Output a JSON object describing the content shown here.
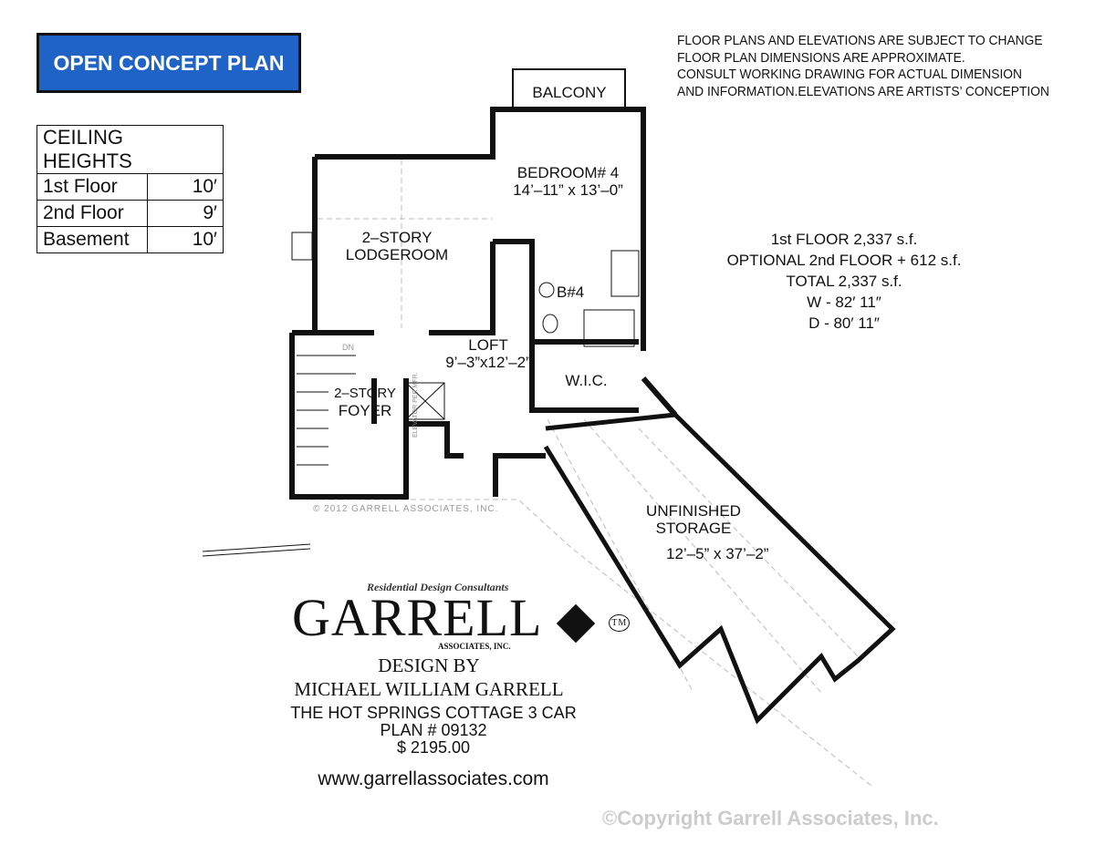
{
  "title": "OPEN CONCEPT PLAN",
  "colors": {
    "title_bg": "#1f63c6",
    "title_text": "#ffffff",
    "walls": "#111111"
  },
  "ceiling_heights": {
    "header": "CEILING HEIGHTS",
    "rows": [
      {
        "floor": "1st Floor",
        "height": "10′"
      },
      {
        "floor": "2nd Floor",
        "height": "9′"
      },
      {
        "floor": "Basement",
        "height": "10′"
      }
    ]
  },
  "notes": [
    "FLOOR PLANS AND ELEVATIONS ARE SUBJECT TO CHANGE",
    "FLOOR PLAN DIMENSIONS ARE APPROXIMATE.",
    "CONSULT WORKING DRAWING FOR ACTUAL DIMENSION",
    "AND INFORMATION.ELEVATIONS ARE ARTISTS’ CONCEPTION"
  ],
  "stats": [
    "1st FLOOR  2,337 s.f.",
    "OPTIONAL 2nd FLOOR + 612 s.f.",
    "TOTAL  2,337  s.f.",
    "W - 82′ 11″",
    "D - 80′ 11″"
  ],
  "rooms": {
    "balcony": "BALCONY",
    "bedroom_name": "BEDROOM# 4",
    "bedroom_dim": "14’–11” x 13’–0”",
    "lodge_1": "2–STORY",
    "lodge_2": "LODGEROOM",
    "bath": "B#4",
    "loft_name": "LOFT",
    "loft_dim": "9’–3”x12’–2”",
    "wic": "W.I.C.",
    "foyer_1": "2–STORY",
    "foyer_2": "FOYER",
    "elevator": "ELEVATOR PER MFR.",
    "stairs": "DN",
    "storage_1": "UNFINISHED",
    "storage_2": "STORAGE",
    "storage_dim": "12’–5”  x  37’–2”"
  },
  "copyright_small": "© 2012 GARRELL ASSOCIATES, INC.",
  "watermark": "©Copyright  Garrell Associates, Inc.",
  "logo": {
    "tagline": "Residential Design Consultants",
    "name": "GARRELL",
    "sub": "ASSOCIATES, INC.",
    "tm": "TM"
  },
  "design_by": "DESIGN BY",
  "designer": "MICHAEL WILLIAM GARRELL",
  "plan_name": "THE HOT SPRINGS COTTAGE  3 CAR",
  "plan_number": "PLAN #  09132",
  "price": "$ 2195.00",
  "url": "www.garrellassociates.com"
}
